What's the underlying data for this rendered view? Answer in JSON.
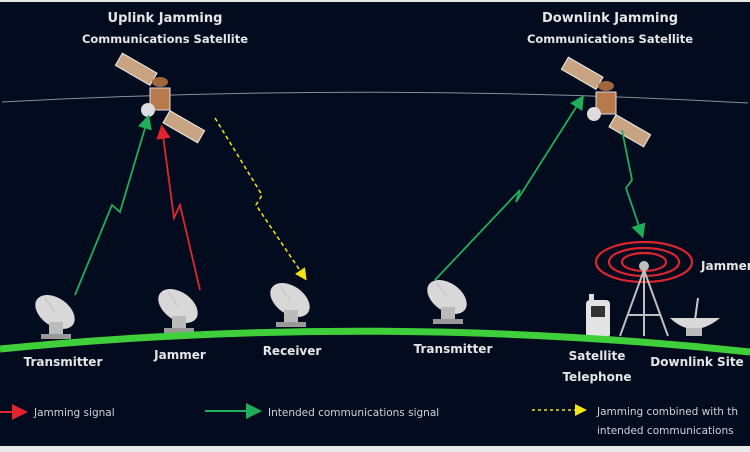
{
  "uplink": {
    "title": "Uplink Jamming",
    "subtitle": "Communications Satellite"
  },
  "downlink": {
    "title": "Downlink Jamming",
    "subtitle": "Communications Satellite"
  },
  "ground_labels": {
    "transmitter1": "Transmitter",
    "jammer1": "Jammer",
    "receiver": "Receiver",
    "transmitter2": "Transmitter",
    "phone_line1": "Satellite",
    "phone_line2": "Telephone",
    "downlink_site": "Downlink Site",
    "jammer2": "Jammer"
  },
  "legend": {
    "jamming": "Jamming signal",
    "intended": "Intended communications signal",
    "combined_line1": "Jamming combined with th",
    "combined_line2": "intended communications"
  },
  "colors": {
    "background": "#030b1e",
    "jamming": "#e0252f",
    "intended": "#1fae5a",
    "combined": "#f2e21c",
    "ground": "#3fcf3a"
  }
}
